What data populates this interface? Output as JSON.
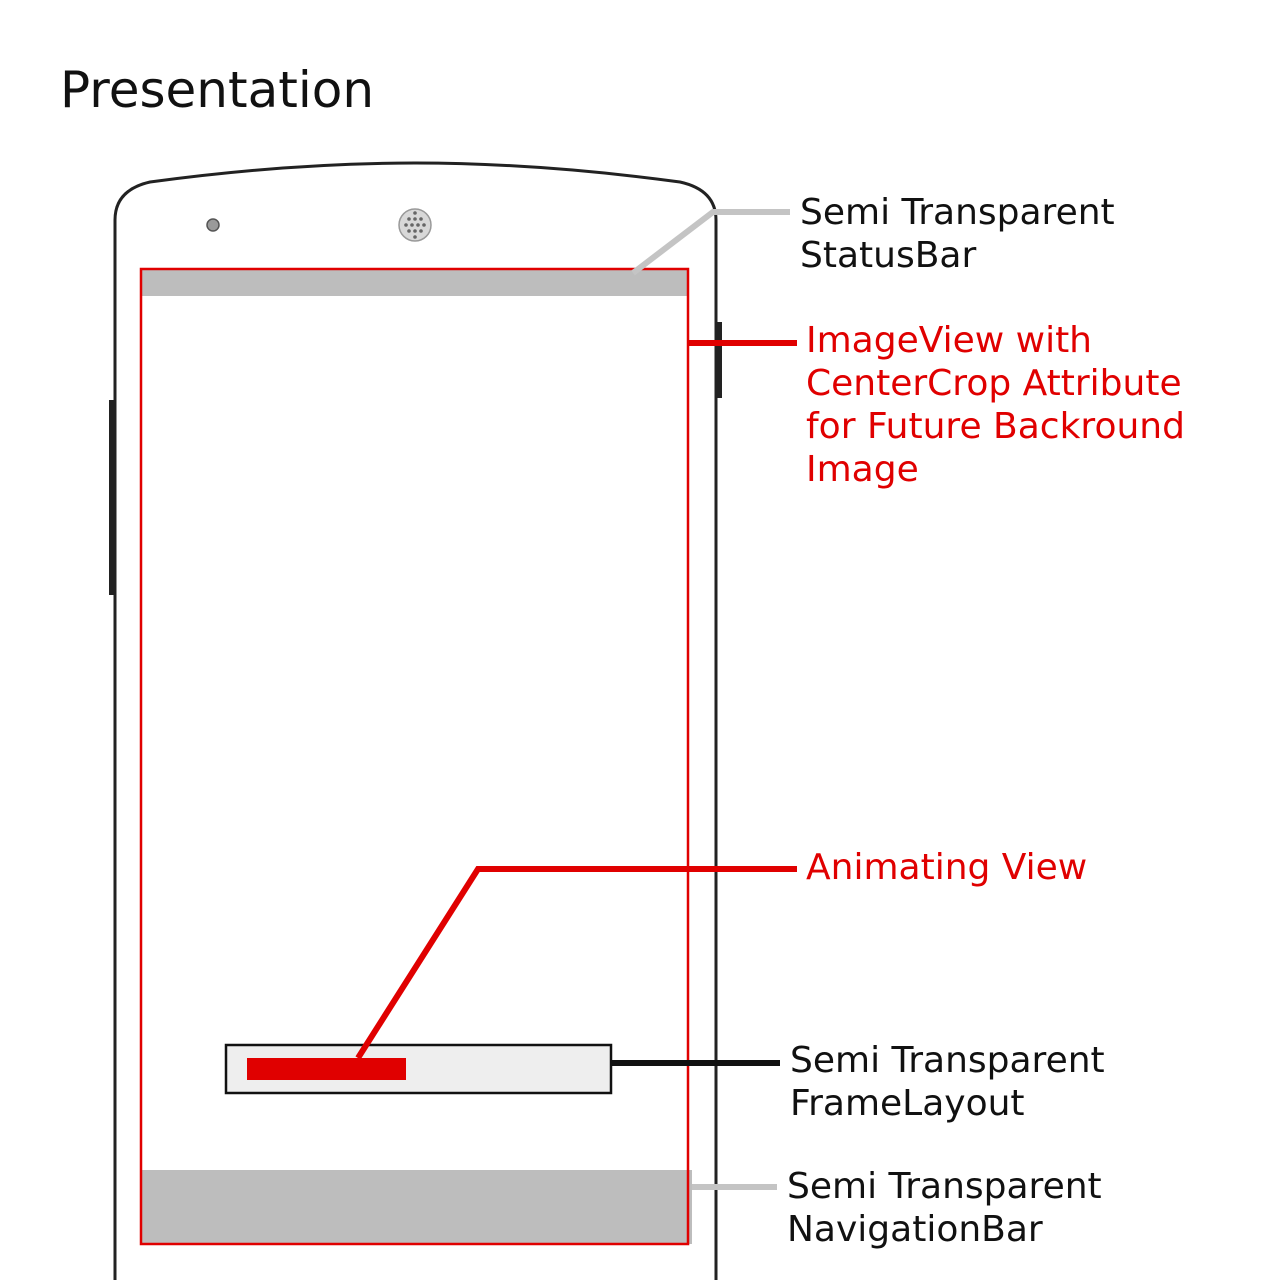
{
  "title": "Presentation",
  "labels": {
    "status_bar": [
      "Semi Transparent",
      "StatusBar"
    ],
    "image_view": [
      "ImageView with",
      "CenterCrop Attribute",
      "for Future Backround",
      "Image"
    ],
    "animating_view": [
      "Animating View"
    ],
    "frame_layout": [
      "Semi Transparent",
      "FrameLayout"
    ],
    "navigation_bar": [
      "Semi Transparent",
      "NavigationBar"
    ]
  },
  "colors": {
    "outline": "#222222",
    "accent_red": "#e00000",
    "semi_transparent_gray": "#bdbdbd",
    "frame_fill": "#eeeeee"
  },
  "icons": {
    "camera": "camera-dot-icon",
    "speaker": "speaker-grille-icon"
  }
}
